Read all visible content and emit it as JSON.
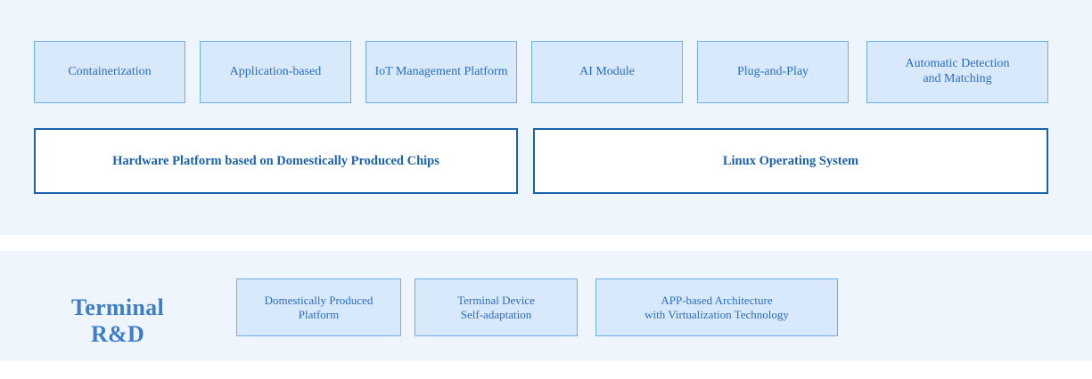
{
  "colors": {
    "panel_background": "#eff5fd",
    "card_fill": "#d8e9fb",
    "card_border": "#6cb0ea",
    "card_text": "#2a6cc4",
    "platform_border": "#1b62ac",
    "platform_text": "#1b62ac",
    "section_label_text": "#3d7ec9",
    "page_background": "#ffffff"
  },
  "top_section": {
    "features": [
      {
        "label": "Containerization"
      },
      {
        "label": "Application-based"
      },
      {
        "label": "IoT Management Platform"
      },
      {
        "label": "AI Module"
      },
      {
        "label": "Plug-and-Play"
      },
      {
        "label": "Automatic Detection\nand Matching"
      }
    ],
    "platforms": [
      {
        "label": "Hardware Platform based on Domestically Produced Chips"
      },
      {
        "label": "Linux Operating System"
      }
    ]
  },
  "bottom_section": {
    "title": "Terminal R&D",
    "items": [
      {
        "label": "Domestically Produced\nPlatform"
      },
      {
        "label": "Terminal Device\nSelf-adaptation"
      },
      {
        "label": "APP-based Architecture\nwith Virtualization Technology"
      }
    ]
  }
}
